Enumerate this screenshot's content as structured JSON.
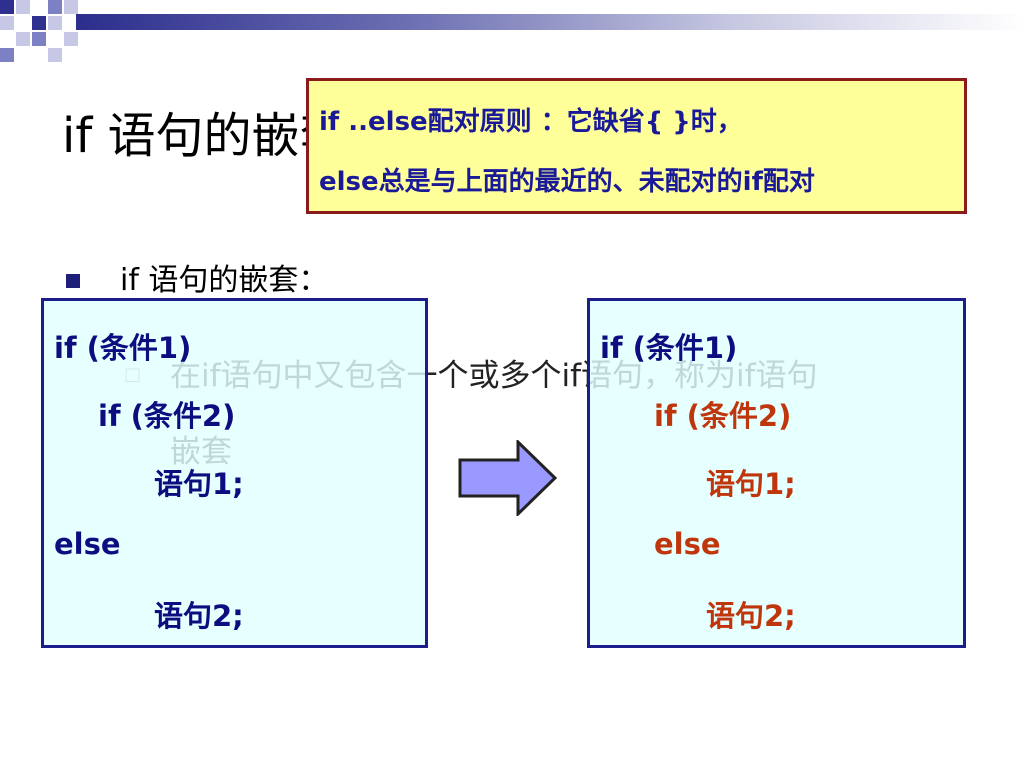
{
  "slide": {
    "title": "if 语句的嵌套",
    "bullet": "if 语句的嵌套：",
    "sub_bullet_line1": "在if语句中又包含一个或多个if语句，称为if语句",
    "sub_bullet_line2": "嵌套"
  },
  "callout": {
    "line1": "if ..else配对原则 ：它缺省{ }时，",
    "line2": "else总是与上面的最近的、未配对的if配对"
  },
  "code_left": {
    "line1": "if (条件1)",
    "line2": "if (条件2)",
    "line3": "语句1;",
    "line4": "else",
    "line5": "语句2;"
  },
  "code_right": {
    "line1": "if (条件1)",
    "line2": "if (条件2)",
    "line3": "语句1;",
    "line4": "else",
    "line5": "语句2;"
  },
  "colors": {
    "callout_bg": "#ffff99",
    "callout_border": "#8b1a1a",
    "code_box_bg": "#e0ffff",
    "code_box_border": "#1c1c8a",
    "code_blue": "#0d0d80",
    "code_red": "#c0360c",
    "arrow_fill": "#9999ff"
  },
  "icons": {
    "bullet": "square-bullet-icon",
    "sub_bullet": "hollow-square-bullet-icon",
    "arrow": "right-arrow-icon"
  }
}
